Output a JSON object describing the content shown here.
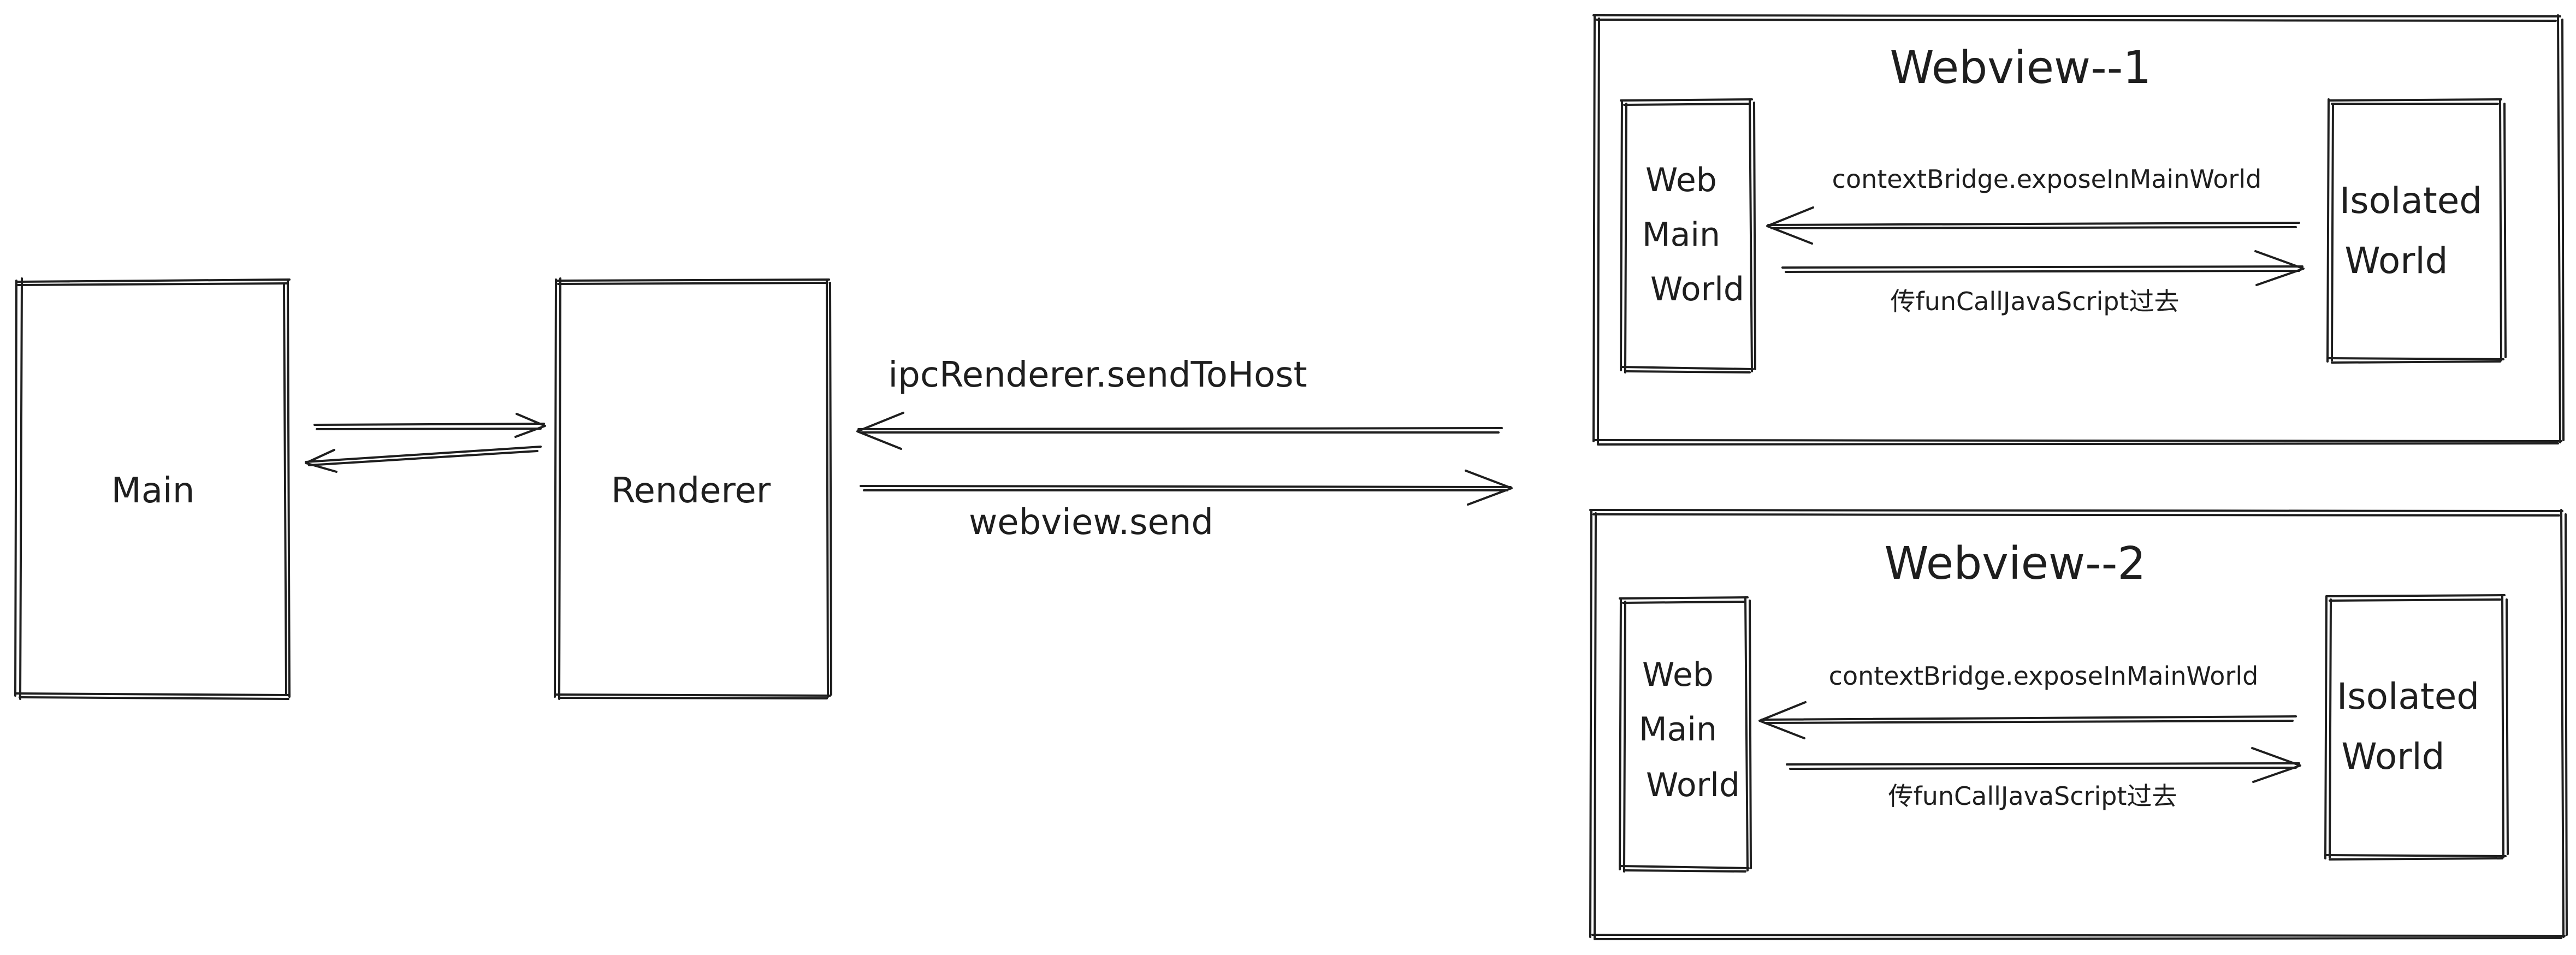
{
  "nodes": {
    "main": "Main",
    "renderer": "Renderer"
  },
  "edges": {
    "send_to_host": "ipcRenderer.sendToHost",
    "webview_send": "webview.send"
  },
  "webview1": {
    "title": "Webview--1",
    "main_world": [
      "Web",
      "Main",
      "World"
    ],
    "isolated_world": [
      "Isolated",
      "World"
    ],
    "expose_label": "contextBridge.exposeInMainWorld",
    "pass_label": "传funCallJavaScript过去"
  },
  "webview2": {
    "title": "Webview--2",
    "main_world": [
      "Web",
      "Main",
      "World"
    ],
    "isolated_world": [
      "Isolated",
      "World"
    ],
    "expose_label": "contextBridge.exposeInMainWorld",
    "pass_label": "传funCallJavaScript过去"
  }
}
